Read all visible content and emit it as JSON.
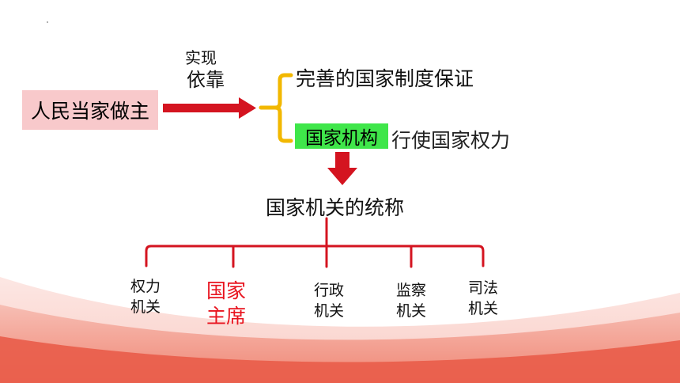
{
  "colors": {
    "accent": "#d41420",
    "highlight": "#3fe64a",
    "people_box": "#f8c9cb",
    "bracket": "#f2b800",
    "president_text": "#e8141f"
  },
  "left": {
    "people_label": "人民当家做主"
  },
  "arrow_labels": {
    "top": "实现",
    "bottom": "依靠"
  },
  "right": {
    "guarantee": "完善的国家制度保证",
    "organ_highlight": "国家机构",
    "organ_rest": "行使国家权力"
  },
  "middle": {
    "general_term": "国家机关的统称"
  },
  "organs": [
    {
      "line1": "权力",
      "line2": "机关"
    },
    {
      "line1": "国家",
      "line2": "主席"
    },
    {
      "line1": "行政",
      "line2": "机关"
    },
    {
      "line1": "监察",
      "line2": "机关"
    },
    {
      "line1": "司法",
      "line2": "机关"
    }
  ]
}
